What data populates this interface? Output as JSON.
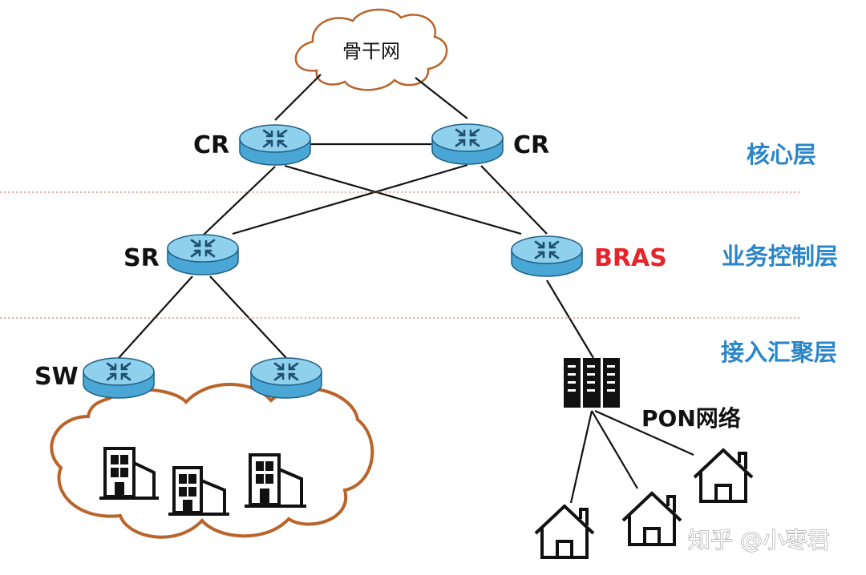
{
  "backbone": {
    "label": "骨干网"
  },
  "nodes": {
    "cr_left": "CR",
    "cr_right": "CR",
    "sr": "SR",
    "bras": "BRAS",
    "sw": "SW"
  },
  "layers": [
    {
      "label": "核心层"
    },
    {
      "label": "业务控制层"
    },
    {
      "label": "接入汇聚层"
    }
  ],
  "pon": {
    "label": "PON网络"
  },
  "watermark": "知乎 @小枣君",
  "colors": {
    "router_fill": "#8fd0ec",
    "router_side": "#4aa6d4",
    "cloud_stroke": "#b8642a",
    "layer_text": "#2a86c8",
    "bras_text": "#e8242a",
    "divider": "#e07a6a"
  }
}
